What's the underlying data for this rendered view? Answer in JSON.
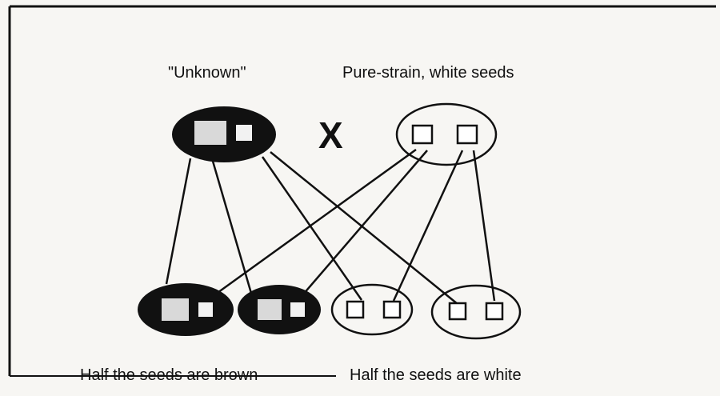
{
  "labels": {
    "unknown": "\"Unknown\"",
    "pure_strain": "Pure-strain, white seeds",
    "cross_symbol": "X",
    "half_brown": "Half the seeds are brown",
    "half_white": "Half the seeds are white"
  },
  "colors": {
    "ink": "#111111",
    "paper": "#f7f6f3",
    "speckle": "#d9d9d9"
  },
  "parents": {
    "unknown": {
      "seed_color": "brown",
      "fill": "dark"
    },
    "pure_strain": {
      "seed_color": "white",
      "fill": "outline"
    }
  },
  "offspring": [
    {
      "seed_color": "brown"
    },
    {
      "seed_color": "brown"
    },
    {
      "seed_color": "white"
    },
    {
      "seed_color": "white"
    }
  ]
}
